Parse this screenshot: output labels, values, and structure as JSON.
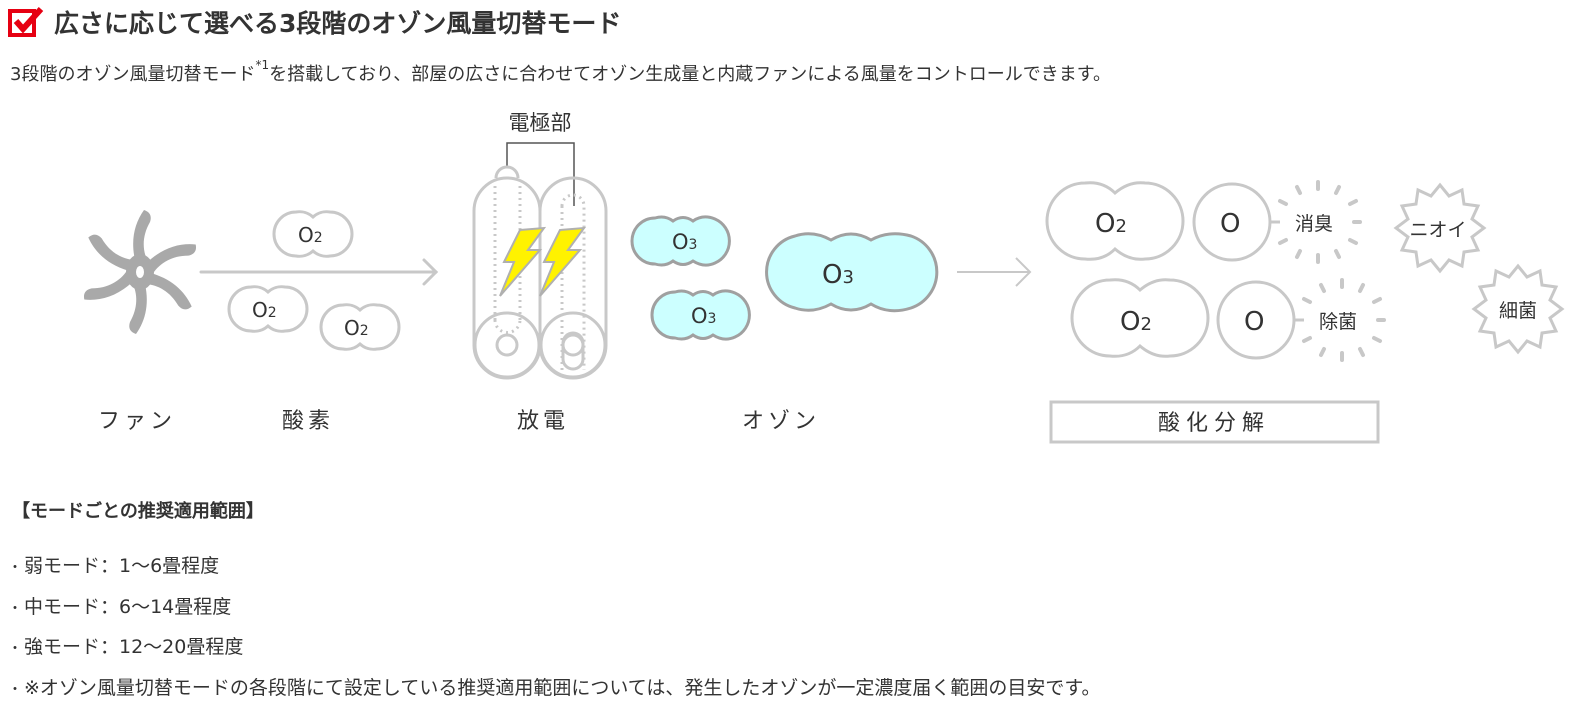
{
  "heading": {
    "icon": "red-checkbox-icon",
    "title": "広さに応じて選べる3段階のオゾン風量切替モード",
    "accent_color": "#e60012"
  },
  "intro": {
    "text_before": "3段階のオゾン風量切替モード",
    "footnote_mark": "*1",
    "text_after": "を搭載しており、部屋の広さに合わせてオゾン生成量と内蔵ファンによる風量をコントロールできます。"
  },
  "diagram": {
    "colors": {
      "outline": "#c8c8c8",
      "fan": "#a9a9a9",
      "ozone_fill": "#ccffff",
      "ozone_stroke": "#a0a0a0",
      "lightning": "#fff200",
      "text": "#333333"
    },
    "electrode_label": "電極部",
    "stage_labels": {
      "fan": "ファン",
      "oxygen": "酸素",
      "discharge": "放電",
      "ozone": "オゾン",
      "oxidation": "酸化分解"
    },
    "molecules": {
      "o2": "O",
      "o2_sub": "2",
      "o3": "O",
      "o3_sub": "3",
      "o": "O"
    },
    "effects": {
      "deodorize": "消臭",
      "sterilize": "除菌"
    },
    "targets": {
      "odor": "ニオイ",
      "bacteria": "細菌"
    }
  },
  "modes": {
    "heading": "【モードごとの推奨適用範囲】",
    "bullet": "・",
    "items": [
      "弱モード：1～6畳程度",
      "中モード：6～14畳程度",
      "強モード：12～20畳程度",
      "※オゾン風量切替モードの各段階にて設定している推奨適用範囲については、発生したオゾンが一定濃度届く範囲の目安です。"
    ]
  }
}
